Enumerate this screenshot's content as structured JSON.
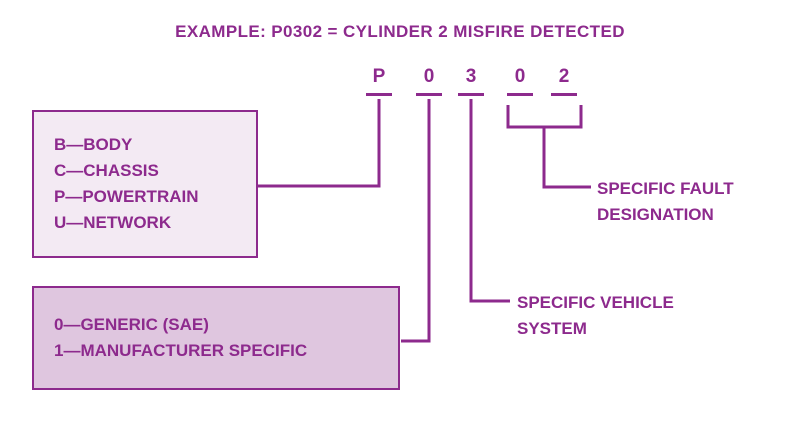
{
  "title": "EXAMPLE: P0302 = CYLINDER 2 MISFIRE DETECTED",
  "code": {
    "chars": [
      "P",
      "0",
      "3",
      "0",
      "2"
    ]
  },
  "system_letter_box": {
    "lines": [
      "B—BODY",
      "C—CHASSIS",
      "P—POWERTRAIN",
      "U—NETWORK"
    ]
  },
  "code_type_box": {
    "lines": [
      "0—GENERIC (SAE)",
      "1—MANUFACTURER SPECIFIC"
    ]
  },
  "labels": {
    "specific_fault": {
      "line1": "SPECIFIC FAULT",
      "line2": "DESIGNATION"
    },
    "specific_vehicle": {
      "line1": "SPECIFIC VEHICLE",
      "line2": "SYSTEM"
    }
  },
  "colors": {
    "accent": "#8d2a8d",
    "box_light_fill": "#f3eaf3",
    "box_dark_fill": "#dfc6df",
    "background": "#ffffff"
  }
}
